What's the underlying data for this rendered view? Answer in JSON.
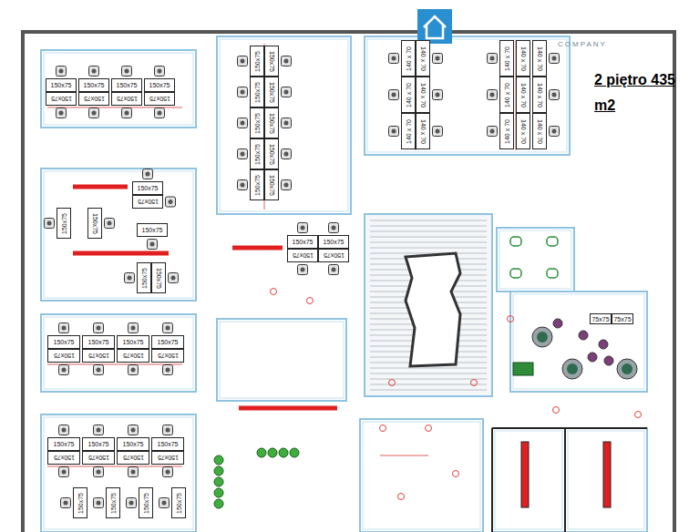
{
  "diagram": {
    "title": "2 piętro 435 m2",
    "nodes": [
      {
        "text": [
          "150x75"
        ]
      },
      {
        "text": [
          "150x75"
        ]
      },
      {
        "text": [
          "150x75"
        ]
      },
      {
        "text": [
          "150x75"
        ]
      },
      {
        "text": [
          "150x75"
        ]
      },
      {
        "text": [
          "150x75"
        ]
      },
      {
        "text": [
          "150x75"
        ]
      },
      {
        "text": [
          "150x75"
        ]
      },
      {
        "text": [
          "150x75"
        ]
      },
      {
        "text": [
          "150x75"
        ]
      },
      {
        "text": [
          "150x75"
        ]
      },
      {
        "text": [
          "150x75"
        ]
      },
      {
        "text": [
          "150x75"
        ]
      },
      {
        "text": [
          "150x75"
        ]
      },
      {
        "text": [
          "150x75"
        ]
      },
      {
        "text": [
          "150x75"
        ]
      },
      {
        "text": [
          "150x75"
        ]
      },
      {
        "text": [
          "150x75"
        ]
      },
      {
        "text": [
          "140 x 70"
        ]
      },
      {
        "text": [
          "140 x 70"
        ]
      },
      {
        "text": [
          "140 x 70"
        ]
      },
      {
        "text": [
          "140 x 70"
        ]
      },
      {
        "text": [
          "140 x 70"
        ]
      },
      {
        "text": [
          "140 x 70"
        ]
      },
      {
        "text": [
          "140 x 70"
        ]
      },
      {
        "text": [
          "140 x 70"
        ]
      },
      {
        "text": [
          "140 x 70"
        ]
      },
      {
        "text": [
          "140 x 70"
        ]
      },
      {
        "text": [
          "140 x 70"
        ]
      },
      {
        "text": [
          "140 x 70"
        ]
      },
      {
        "text": [
          "140 x 70"
        ]
      },
      {
        "text": [
          "140 x 70"
        ]
      },
      {
        "text": [
          "140 x 70"
        ]
      },
      {
        "text": [
          "150x75"
        ]
      },
      {
        "text": [
          "150x75"
        ]
      },
      {
        "text": [
          "150x75"
        ]
      },
      {
        "text": [
          "150x75"
        ]
      },
      {
        "text": [
          "150x75"
        ]
      },
      {
        "text": [
          "150x75"
        ]
      },
      {
        "text": [
          "150x75"
        ]
      },
      {
        "text": [
          "150x75"
        ]
      },
      {
        "text": [
          "150x75"
        ]
      },
      {
        "text": [
          "150x75"
        ]
      },
      {
        "text": [
          "150x75"
        ]
      },
      {
        "text": [
          "150x75"
        ]
      },
      {
        "text": [
          "150x75"
        ]
      },
      {
        "text": [
          "150x75"
        ]
      },
      {
        "text": [
          "150x75"
        ]
      },
      {
        "text": [
          "150x75"
        ]
      },
      {
        "text": [
          "150x75"
        ]
      },
      {
        "text": [
          "150x75"
        ]
      },
      {
        "text": [
          "150x75"
        ]
      },
      {
        "text": [
          "150x75"
        ]
      },
      {
        "text": [
          "150x75"
        ]
      },
      {
        "text": [
          "150x75"
        ]
      },
      {
        "text": [
          "150x75"
        ]
      },
      {
        "text": [
          "150x75"
        ]
      },
      {
        "text": [
          "150x75"
        ]
      },
      {
        "text": [
          "150x75"
        ]
      },
      {
        "text": [
          "150x75"
        ]
      },
      {
        "text": [
          "150x75"
        ]
      },
      {
        "text": [
          "150x75"
        ]
      },
      {
        "text": [
          "150x75"
        ]
      },
      {
        "text": [
          "150x75"
        ]
      },
      {
        "text": [
          "75x75"
        ]
      },
      {
        "text": [
          "75x75"
        ]
      }
    ],
    "labels": [
      "COMPANY"
    ]
  }
}
